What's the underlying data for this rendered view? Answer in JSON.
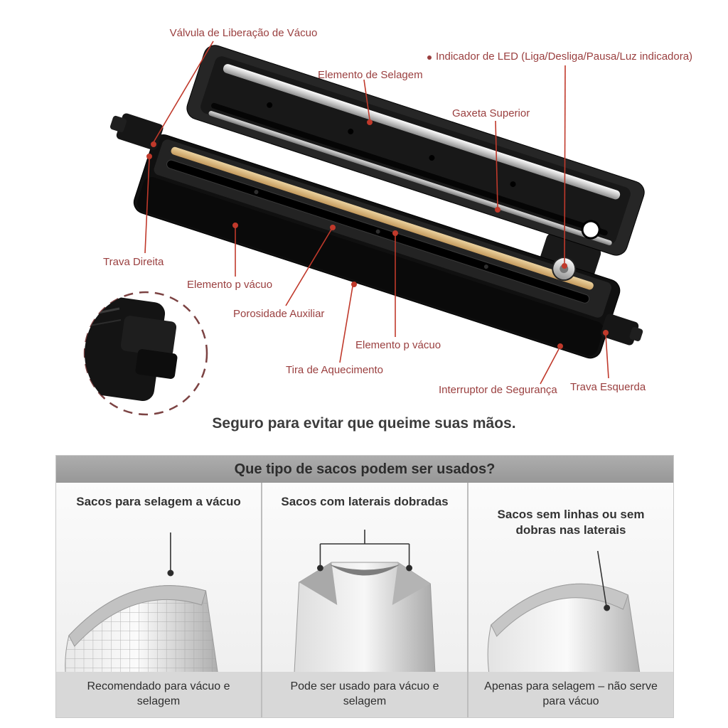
{
  "colors": {
    "label-red": "#9a3f3f",
    "leader-red": "#c0392b",
    "note-dark": "#3c3c3c",
    "panel-header-text": "#2d2d2d",
    "caption-bg": "#d8d8d8",
    "heading-dark": "#333333"
  },
  "diagram": {
    "labels": {
      "valvula": "Válvula de Liberação de Vácuo",
      "led": "Indicador de LED (Liga/Desliga/Pausa/Luz indicadora)",
      "selagem": "Elemento de Selagem",
      "gaxeta": "Gaxeta Superior",
      "trava_direita": "Trava Direita",
      "elemento_vacuo_1": "Elemento p vácuo",
      "porosidade": "Porosidade Auxiliar",
      "elemento_vacuo_2": "Elemento p vácuo",
      "tira": "Tira de Aquecimento",
      "interruptor": "Interruptor de Segurança",
      "trava_esquerda": "Trava Esquerda"
    },
    "safety_note": "Seguro para evitar que queime suas mãos."
  },
  "bags_panel": {
    "title": "Que tipo de sacos podem ser usados?",
    "columns": [
      {
        "heading": "Sacos para selagem a vácuo",
        "caption": "Recomendado para vácuo e selagem"
      },
      {
        "heading": "Sacos com laterais dobradas",
        "caption": "Pode ser usado para vácuo e selagem"
      },
      {
        "heading": "Sacos sem linhas ou sem dobras nas laterais",
        "caption": "Apenas para selagem – não serve para vácuo"
      }
    ]
  }
}
